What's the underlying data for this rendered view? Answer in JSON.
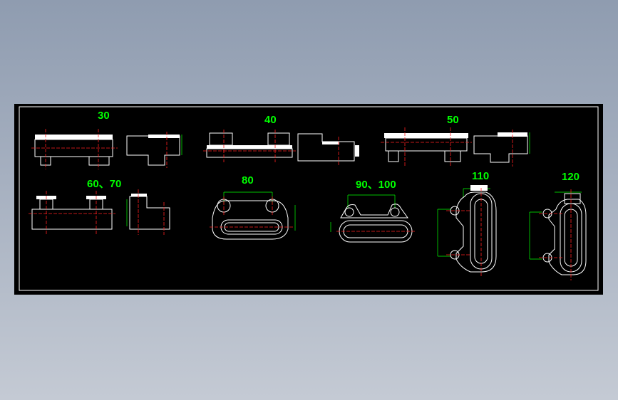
{
  "labels": {
    "l30": "30",
    "l40": "40",
    "l50": "50",
    "l6070": "60、70",
    "l80": "80",
    "l90100": "90、100",
    "l110": "110",
    "l120": "120"
  },
  "colors": {
    "background": "#000000",
    "outline": "#ffffff",
    "centerline": "#ff2020",
    "dimension": "#00ff00"
  }
}
